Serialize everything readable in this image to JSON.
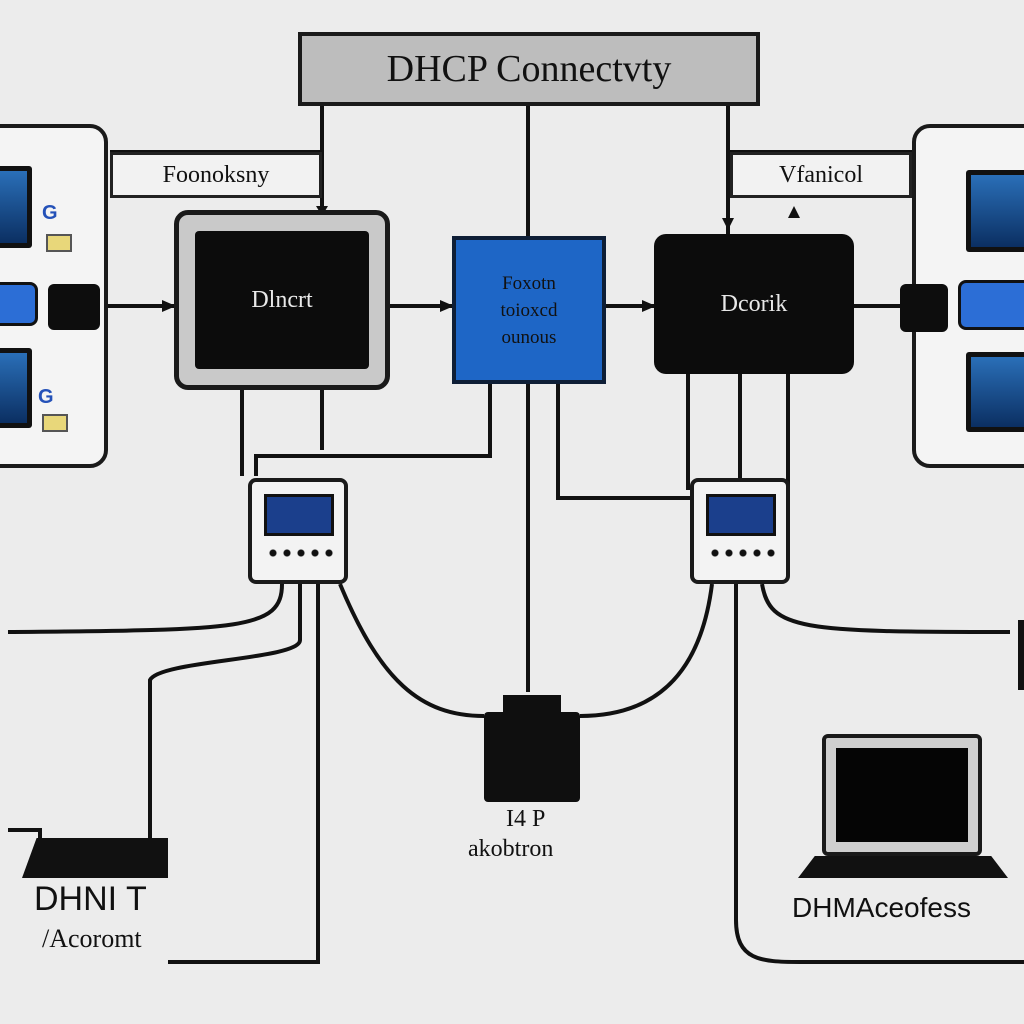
{
  "diagram": {
    "title": "DHCP Connectvty",
    "labels": {
      "left_tag": "Foonoksny",
      "right_tag": "Vfanicol",
      "left_server": "Dlncrt",
      "center_top": "Foxotn",
      "center_mid": "toioxcd",
      "center_bot": "ounous",
      "right_server": "Dcorik",
      "hub_line1": "I4 P",
      "hub_line2": "akobtron",
      "bottom_left_line1": "DHNI T",
      "bottom_left_line2": "/Acoromt",
      "bottom_right": "DHMAceofess"
    },
    "icons": {
      "left_badge_top": "G",
      "left_badge_bot": "G"
    }
  }
}
